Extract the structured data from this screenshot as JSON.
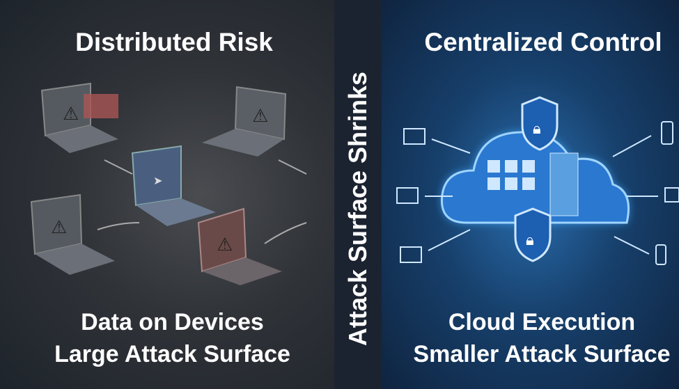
{
  "left": {
    "title": "Distributed Risk",
    "caption_line1": "Data on Devices",
    "caption_line2": "Large Attack Surface"
  },
  "divider": {
    "label": "Attack Surface Shrinks"
  },
  "right": {
    "title": "Centralized Control",
    "caption_line1": "Cloud Execution",
    "caption_line2": "Smaller Attack Surface"
  },
  "colors": {
    "left_bg": "#303338",
    "divider_bg": "#1c2330",
    "right_bg": "#17406c",
    "cloud_glow": "#3fa9ff"
  }
}
